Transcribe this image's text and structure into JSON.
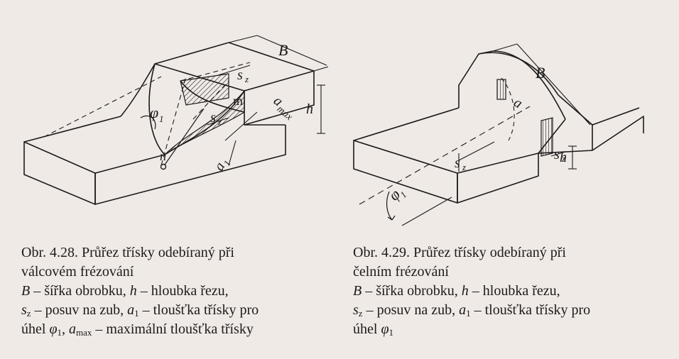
{
  "figure1": {
    "labels": {
      "B": "B",
      "sz_top": "s",
      "sz_top_sub": "z",
      "m": "m",
      "h": "h",
      "sz_mid": "s",
      "sz_mid_sub": "z",
      "amax": "a",
      "amax_sub": "max",
      "phi": "φ",
      "phi_sub": "1",
      "n": "n",
      "a1": "a",
      "a1_sub": "1"
    }
  },
  "figure2": {
    "labels": {
      "B": "B",
      "a": "a",
      "h": "h",
      "sz_left": "s",
      "sz_left_sub": "z",
      "sz_right": "s",
      "sz_right_sub": "z",
      "phi": "φ",
      "phi_sub": "1"
    }
  },
  "caption1": {
    "title": "Obr. 4.28. Průřez třísky odebíraný při",
    "title_cont": "válcovém frézování",
    "line3": {
      "B": "B",
      "t1": " – šířka obrobku, ",
      "h": "h",
      "t2": " – hloubka řezu,"
    },
    "line4": {
      "s": "s",
      "s_sub": "z",
      "t1": " – posuv na zub, ",
      "a": "a",
      "a_sub": "1",
      "t2": " – tloušťka třísky pro"
    },
    "line5": {
      "t0": "úhel ",
      "phi": "φ",
      "phi_sub": "1",
      "t1": ", ",
      "a": "a",
      "a_sub": "max",
      "t2": " – maximální tloušťka třísky"
    }
  },
  "caption2": {
    "title": "Obr. 4.29. Průřez třísky odebíraný při",
    "title_cont": "čelním frézování",
    "line3": {
      "B": "B",
      "t1": " – šířka obrobku, ",
      "h": "h",
      "t2": " – hloubka řezu,"
    },
    "line4": {
      "s": "s",
      "s_sub": "z",
      "t1": " – posuv na zub, ",
      "a": "a",
      "a_sub": "1",
      "t2": " – tloušťka třísky pro"
    },
    "line5": {
      "t0": "úhel ",
      "phi": "φ",
      "phi_sub": "1"
    }
  }
}
